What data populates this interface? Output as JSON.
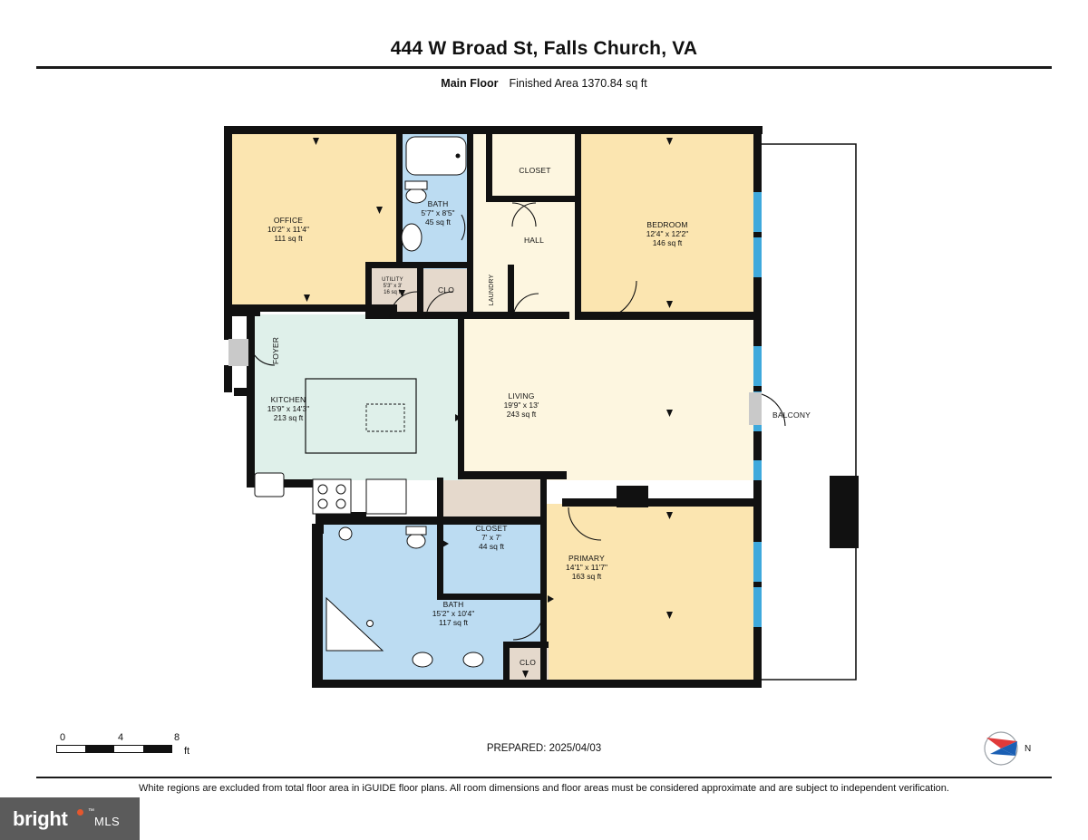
{
  "header": {
    "title": "444 W Broad St, Falls Church, VA",
    "floor_label": "Main Floor",
    "area_label": "Finished Area 1370.84 sq ft"
  },
  "footer": {
    "prepared": "PREPARED: 2025/04/03",
    "disclaimer": "White regions are excluded from total floor area in iGUIDE floor plans. All room dimensions and floor areas must be considered approximate and are subject to independent verification.",
    "scale": {
      "ticks": [
        "0",
        "4",
        "8"
      ],
      "unit": "ft"
    },
    "compass_label": "N"
  },
  "logo": {
    "brand": "bright",
    "tm": "™",
    "suffix": "MLS"
  },
  "rooms": [
    {
      "id": "office",
      "name": "OFFICE",
      "dims": "10'2\" x 11'4\"",
      "area": "111 sq ft"
    },
    {
      "id": "bath-hall",
      "name": "BATH",
      "dims": "5'7\" x 8'5\"",
      "area": "45 sq ft"
    },
    {
      "id": "closet-top",
      "name": "CLOSET",
      "dims": "",
      "area": ""
    },
    {
      "id": "hall",
      "name": "HALL",
      "dims": "",
      "area": ""
    },
    {
      "id": "bedroom",
      "name": "BEDROOM",
      "dims": "12'4\" x 12'2\"",
      "area": "146 sq ft"
    },
    {
      "id": "utility",
      "name": "UTILITY",
      "dims": "5'3\" x 3'",
      "area": "16 sq ft"
    },
    {
      "id": "clo-upper",
      "name": "CLO",
      "dims": "",
      "area": ""
    },
    {
      "id": "laundry",
      "name": "LAUNDRY",
      "dims": "",
      "area": ""
    },
    {
      "id": "foyer",
      "name": "FOYER",
      "dims": "",
      "area": ""
    },
    {
      "id": "kitchen",
      "name": "KITCHEN",
      "dims": "15'9\" x 14'3\"",
      "area": "213 sq ft"
    },
    {
      "id": "living",
      "name": "LIVING",
      "dims": "19'9\" x 13'",
      "area": "243 sq ft"
    },
    {
      "id": "balcony",
      "name": "BALCONY",
      "dims": "",
      "area": ""
    },
    {
      "id": "closet-primary",
      "name": "CLOSET",
      "dims": "7' x 7'",
      "area": "44 sq ft"
    },
    {
      "id": "primary",
      "name": "PRIMARY",
      "dims": "14'1\" x 11'7\"",
      "area": "163 sq ft"
    },
    {
      "id": "bath-primary",
      "name": "BATH",
      "dims": "15'2\" x 10'4\"",
      "area": "117 sq ft"
    },
    {
      "id": "clo-lower",
      "name": "CLO",
      "dims": "",
      "area": ""
    }
  ],
  "colors": {
    "wall": "#111111",
    "bedroom_fill": "#fbe5b0",
    "living_fill": "#fdf6e0",
    "kitchen_fill": "#dff0ea",
    "bath_fill": "#bcdcf2",
    "closet_fill": "#e5d9cc",
    "window": "#3fa9dc",
    "door_gray": "#c9c9c9",
    "compass_red": "#e03a3a",
    "compass_blue": "#1a5fb4",
    "logo_bg": "#5b5b5b",
    "logo_dot": "#e4572e"
  }
}
